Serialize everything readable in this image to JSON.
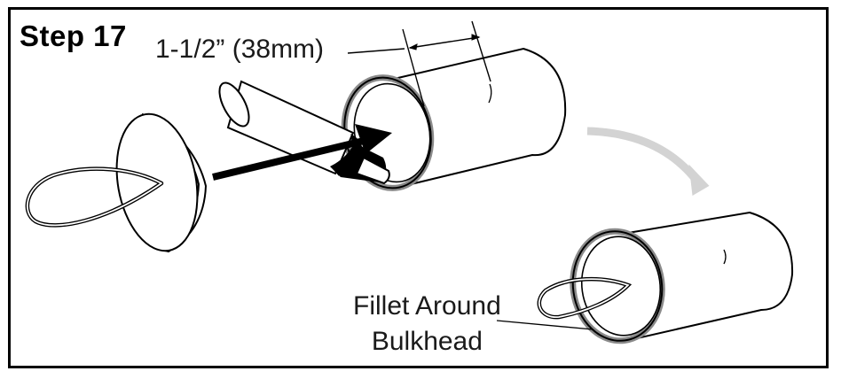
{
  "step_title": "Step 17",
  "dimension_label": "1-1/2” (38mm)",
  "fillet_label": {
    "line1": "Fillet Around",
    "line2": "Bulkhead"
  },
  "colors": {
    "ink": "#000000",
    "tube_band": "#8a8a8a",
    "process_arrow": "#d3d3d3"
  }
}
